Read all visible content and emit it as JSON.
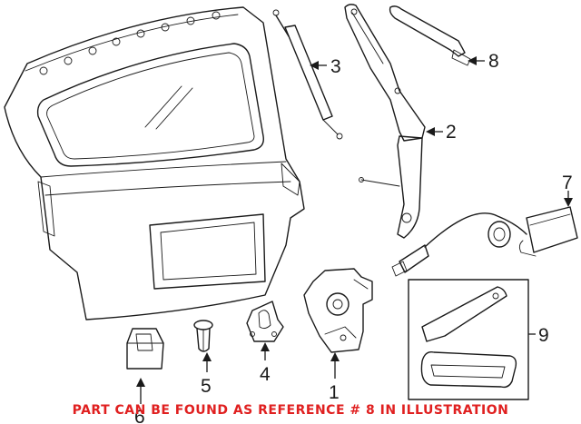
{
  "callouts": [
    {
      "id": "1",
      "label": "1"
    },
    {
      "id": "2",
      "label": "2"
    },
    {
      "id": "3",
      "label": "3"
    },
    {
      "id": "4",
      "label": "4"
    },
    {
      "id": "5",
      "label": "5"
    },
    {
      "id": "6",
      "label": "6"
    },
    {
      "id": "7",
      "label": "7"
    },
    {
      "id": "8",
      "label": "8"
    },
    {
      "id": "9",
      "label": "9"
    }
  ],
  "notice": "PART CAN BE FOUND AS REFERENCE # 8 IN ILLUSTRATION",
  "colors": {
    "line": "#1a1a1a",
    "notice": "#e02020",
    "background": "#ffffff"
  }
}
